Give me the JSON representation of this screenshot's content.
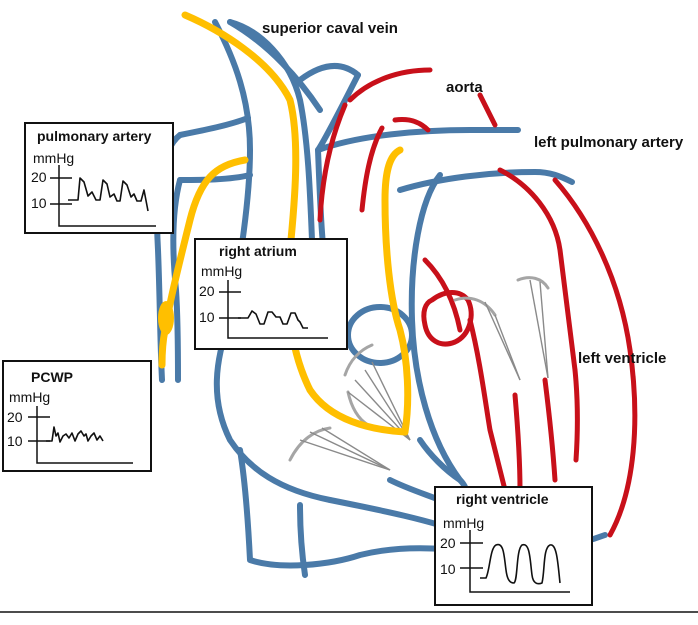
{
  "labels": {
    "svc": "superior caval vein",
    "aorta": "aorta",
    "lpa": "left pulmonary artery",
    "lv": "left ventricle"
  },
  "boxes": {
    "pa": {
      "title": "pulmonary artery",
      "unit": "mmHg",
      "tick_hi": "20",
      "tick_lo": "10"
    },
    "ra": {
      "title": "right atrium",
      "unit": "mmHg",
      "tick_hi": "20",
      "tick_lo": "10"
    },
    "pcwp": {
      "title": "PCWP",
      "unit": "mmHg",
      "tick_hi": "20",
      "tick_lo": "10"
    },
    "rv": {
      "title": "right ventricle",
      "unit": "mmHg",
      "tick_hi": "20",
      "tick_lo": "10"
    }
  },
  "colors": {
    "vessel_blue": "#4a7aa8",
    "artery_red": "#c8101a",
    "catheter_yellow": "#ffbf00",
    "valve_grey": "#a5a5a5"
  }
}
